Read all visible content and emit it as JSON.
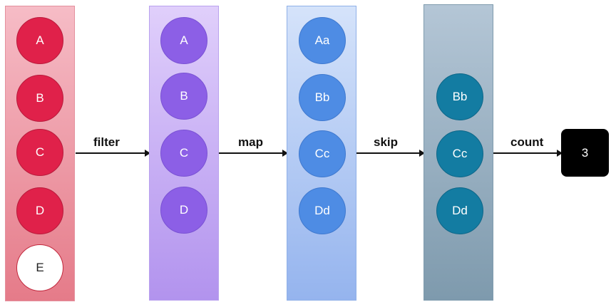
{
  "columns": [
    {
      "items": [
        {
          "label": "A",
          "style": "red"
        },
        {
          "label": "B",
          "style": "red"
        },
        {
          "label": "C",
          "style": "red"
        },
        {
          "label": "D",
          "style": "red"
        },
        {
          "label": "E",
          "style": "white"
        }
      ]
    },
    {
      "items": [
        {
          "label": "A",
          "style": "purple"
        },
        {
          "label": "B",
          "style": "purple"
        },
        {
          "label": "C",
          "style": "purple"
        },
        {
          "label": "D",
          "style": "purple"
        }
      ]
    },
    {
      "items": [
        {
          "label": "Aa",
          "style": "blue"
        },
        {
          "label": "Bb",
          "style": "blue"
        },
        {
          "label": "Cc",
          "style": "blue"
        },
        {
          "label": "Dd",
          "style": "blue"
        }
      ]
    },
    {
      "items": [
        {
          "label": "Bb",
          "style": "teal"
        },
        {
          "label": "Cc",
          "style": "teal"
        },
        {
          "label": "Dd",
          "style": "teal"
        }
      ]
    }
  ],
  "operations": [
    "filter",
    "map",
    "skip",
    "count"
  ],
  "result": "3"
}
